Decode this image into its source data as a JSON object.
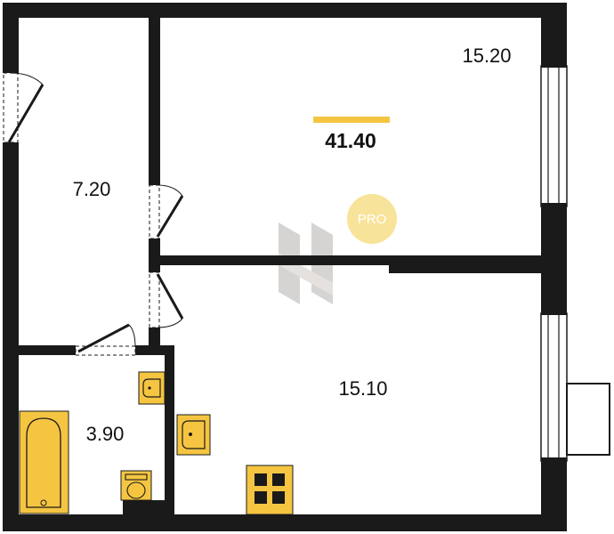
{
  "plan": {
    "total_area": "41.40",
    "accent_color": "#F5C542",
    "wall_color": "#1A1A1A",
    "rooms": [
      {
        "id": "bedroom",
        "area": "15.20"
      },
      {
        "id": "hallway",
        "area": "7.20"
      },
      {
        "id": "living-kitchen",
        "area": "15.10"
      },
      {
        "id": "bathroom",
        "area": "3.90"
      }
    ],
    "badge": {
      "text": "PRO",
      "color": "#F8E39A"
    },
    "fixtures": [
      "bathtub-icon",
      "sink-icon",
      "toilet-icon",
      "stove-icon"
    ]
  }
}
